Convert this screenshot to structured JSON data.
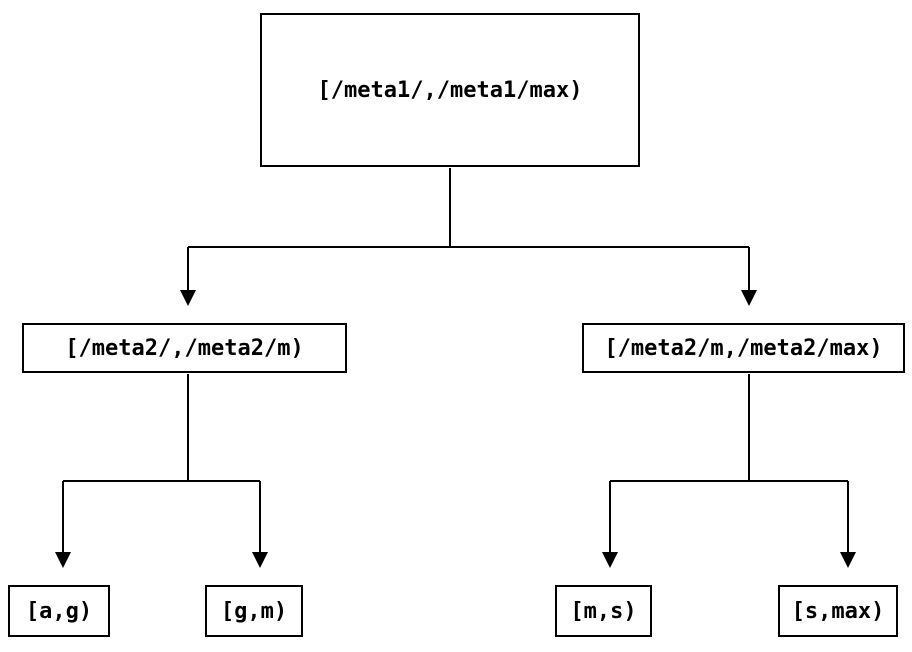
{
  "colors": {
    "background": "#ffffff",
    "line": "#000000",
    "box_border": "#000000",
    "text": "#000000"
  },
  "tree": {
    "root": {
      "label": "[/meta1/,/meta1/max)"
    },
    "children": [
      {
        "label": "[/meta2/,/meta2/m)"
      },
      {
        "label": "[/meta2/m,/meta2/max)"
      }
    ],
    "leaves": [
      {
        "label": "[a,g)"
      },
      {
        "label": "[g,m)"
      },
      {
        "label": "[m,s)"
      },
      {
        "label": "[s,max)"
      }
    ]
  }
}
